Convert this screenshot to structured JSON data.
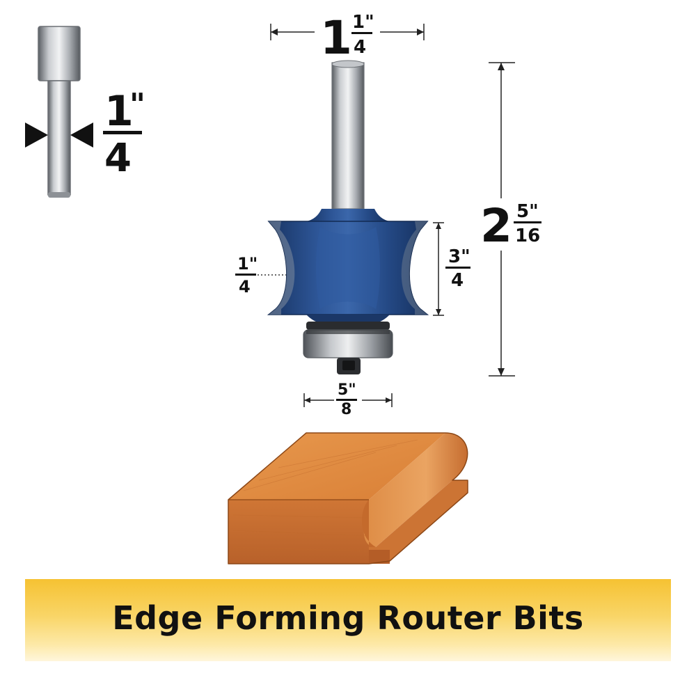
{
  "banner": {
    "title": "Edge Forming Router Bits"
  },
  "dimensions": {
    "shank_diameter": {
      "whole": "1",
      "num": "\"",
      "den": "4"
    },
    "cutting_diameter": {
      "whole": "1",
      "num": "1\"",
      "den": "4"
    },
    "overall_length": {
      "whole": "2",
      "num": "5\"",
      "den": "16"
    },
    "cutting_length": {
      "num": "3\"",
      "den": "4"
    },
    "radius": {
      "num": "1\"",
      "den": "4"
    },
    "bearing_diameter": {
      "num": "5\"",
      "den": "8"
    }
  },
  "icons": {
    "shank": "shank-diagram-icon",
    "bit": "router-bit-image",
    "profile": "wood-profile-image"
  },
  "colors": {
    "bit_blue": "#1f3f78",
    "wood": "#d9813d",
    "banner_yellow": "#f6c232"
  }
}
